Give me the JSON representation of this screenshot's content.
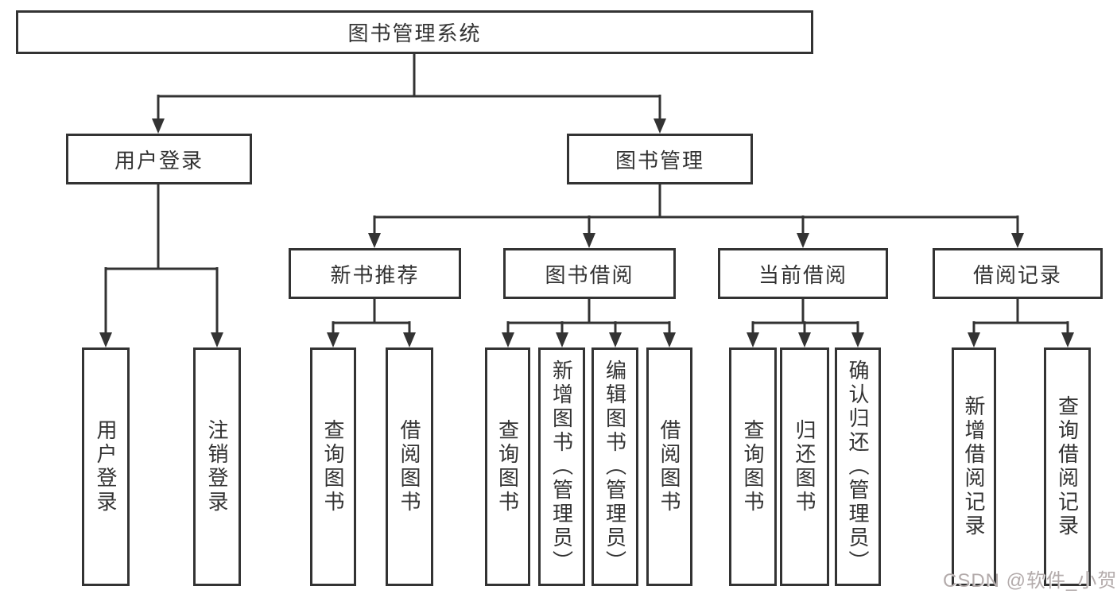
{
  "colors": {
    "line": "#333333",
    "border": "#333333",
    "text": "#333333",
    "background": "#ffffff",
    "watermark": "#b3abab"
  },
  "watermark": {
    "text": "CSDN @软件_小贺同学"
  },
  "tree": {
    "root": {
      "label": "图书管理系统"
    },
    "branches": [
      {
        "label": "用户登录",
        "children": [
          {
            "label": "用户登录"
          },
          {
            "label": "注销登录"
          }
        ]
      },
      {
        "label": "图书管理",
        "children": [
          {
            "label": "新书推荐",
            "children": [
              {
                "label": "查询图书"
              },
              {
                "label": "借阅图书"
              }
            ]
          },
          {
            "label": "图书借阅",
            "children": [
              {
                "label": "查询图书"
              },
              {
                "label": "新增图书（管理员）"
              },
              {
                "label": "编辑图书（管理员）"
              },
              {
                "label": "借阅图书"
              }
            ]
          },
          {
            "label": "当前借阅",
            "children": [
              {
                "label": "查询图书"
              },
              {
                "label": "归还图书"
              },
              {
                "label": "确认归还（管理员）"
              }
            ]
          },
          {
            "label": "借阅记录",
            "children": [
              {
                "label": "新增借阅记录"
              },
              {
                "label": "查询借阅记录"
              }
            ]
          }
        ]
      }
    ]
  }
}
